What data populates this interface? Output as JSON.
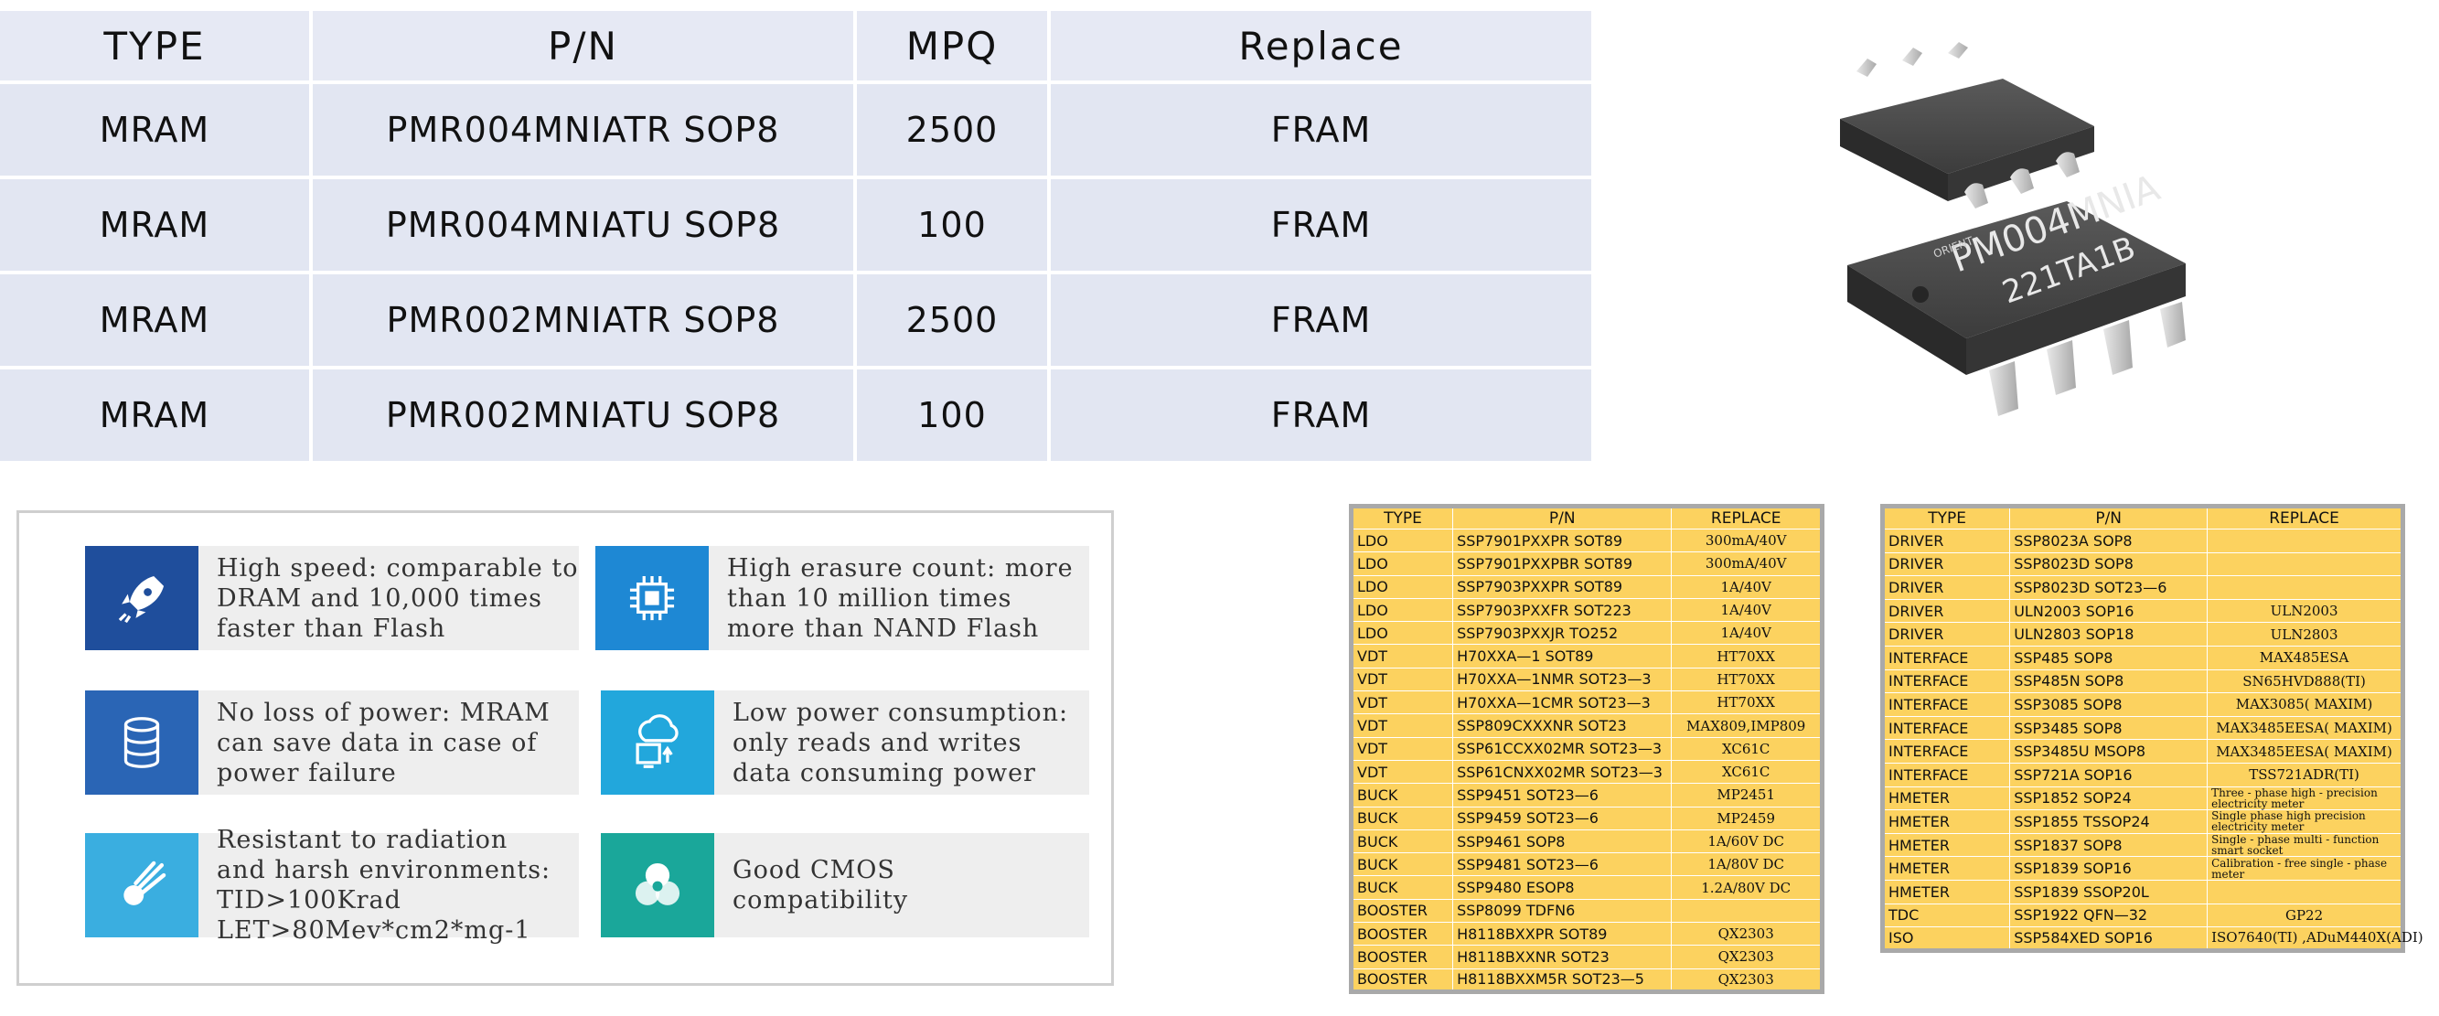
{
  "main_table": {
    "headers": [
      "TYPE",
      "P/N",
      "MPQ",
      "Replace"
    ],
    "rows": [
      [
        "MRAM",
        "PMR004MNIATR SOP8",
        "2500",
        "FRAM"
      ],
      [
        "MRAM",
        "PMR004MNIATU SOP8",
        "100",
        "FRAM"
      ],
      [
        "MRAM",
        "PMR002MNIATR SOP8",
        "2500",
        "FRAM"
      ],
      [
        "MRAM",
        "PMR002MNIATU SOP8",
        "100",
        "FRAM"
      ]
    ]
  },
  "chip": {
    "marking_line1": "PM004MNIA",
    "marking_line2": "221TA1B",
    "logo_text": "ORIENT"
  },
  "features": [
    {
      "icon": "rocket-icon",
      "color": "#1f4e9c",
      "text": "High speed: comparable to\nDRAM and 10,000 times\nfaster than Flash"
    },
    {
      "icon": "chip-icon",
      "color": "#1e88d4",
      "text": "High erasure count: more\nthan 10 million times\nmore than NAND Flash"
    },
    {
      "icon": "database-icon",
      "color": "#2a65b5",
      "text": "No loss of power: MRAM\ncan save data in case of\n power failure"
    },
    {
      "icon": "cloud-device-icon",
      "color": "#22a7dc",
      "text": "Low power consumption:\nonly reads and writes\ndata consuming power"
    },
    {
      "icon": "meteor-icon",
      "color": "#3aaee0",
      "text": "Resistant to radiation\nand harsh environments:\nTID>100Krad\nLET>80Mev*cm2*mg-1"
    },
    {
      "icon": "circles-icon",
      "color": "#1aa79a",
      "text": "Good CMOS\ncompatibility"
    }
  ],
  "left_parts": {
    "headers": [
      "TYPE",
      "P/N",
      "REPLACE"
    ],
    "rows": [
      [
        "LDO",
        "SSP7901PXXPR  SOT89",
        "300mA/40V"
      ],
      [
        "LDO",
        "SSP7901PXXPBR  SOT89",
        "300mA/40V"
      ],
      [
        "LDO",
        "SSP7903PXXPR  SOT89",
        "1A/40V"
      ],
      [
        "LDO",
        "SSP7903PXXFR  SOT223",
        "1A/40V"
      ],
      [
        "LDO",
        "SSP7903PXXJR  TO252",
        "1A/40V"
      ],
      [
        "VDT",
        "H70XXA—1  SOT89",
        "HT70XX"
      ],
      [
        "VDT",
        "H70XXA—1NMR  SOT23—3",
        "HT70XX"
      ],
      [
        "VDT",
        "H70XXA—1CMR  SOT23—3",
        "HT70XX"
      ],
      [
        "VDT",
        "SSP809CXXXNR  SOT23",
        "MAX809,IMP809"
      ],
      [
        "VDT",
        "SSP61CCXX02MR  SOT23—3",
        "XC61C"
      ],
      [
        "VDT",
        "SSP61CNXX02MR  SOT23—3",
        "XC61C"
      ],
      [
        "BUCK",
        "SSP9451  SOT23—6",
        "MP2451"
      ],
      [
        "BUCK",
        "SSP9459  SOT23—6",
        "MP2459"
      ],
      [
        "BUCK",
        "SSP9461  SOP8",
        "1A/60V DC"
      ],
      [
        "BUCK",
        "SSP9481  SOT23—6",
        "1A/80V DC"
      ],
      [
        "BUCK",
        "SSP9480  ESOP8",
        "1.2A/80V DC"
      ],
      [
        "BOOSTER",
        "SSP8099  TDFN6",
        ""
      ],
      [
        "BOOSTER",
        "H8118BXXPR  SOT89",
        "QX2303"
      ],
      [
        "BOOSTER",
        "H8118BXXNR  SOT23",
        "QX2303"
      ],
      [
        "BOOSTER",
        "H8118BXXM5R  SOT23—5",
        "QX2303"
      ]
    ]
  },
  "right_parts": {
    "headers": [
      "TYPE",
      "P/N",
      "REPLACE"
    ],
    "rows": [
      [
        "DRIVER",
        "SSP8023A  SOP8",
        ""
      ],
      [
        "DRIVER",
        "SSP8023D  SOP8",
        ""
      ],
      [
        "DRIVER",
        "SSP8023D  SOT23—6",
        ""
      ],
      [
        "DRIVER",
        "ULN2003  SOP16",
        "ULN2003"
      ],
      [
        "DRIVER",
        "ULN2803  SOP18",
        "ULN2803"
      ],
      [
        "INTERFACE",
        "SSP485  SOP8",
        "MAX485ESA"
      ],
      [
        "INTERFACE",
        "SSP485N  SOP8",
        "SN65HVD888(TI)"
      ],
      [
        "INTERFACE",
        "SSP3085  SOP8",
        "MAX3085( MAXIM)"
      ],
      [
        "INTERFACE",
        "SSP3485  SOP8",
        "MAX3485EESA( MAXIM)"
      ],
      [
        "INTERFACE",
        "SSP3485U  MSOP8",
        "MAX3485EESA( MAXIM)"
      ],
      [
        "INTERFACE",
        "SSP721A  SOP16",
        "TSS721ADR(TI)"
      ],
      [
        "HMETER",
        "SSP1852  SOP24",
        "Three - phase high - precision electricity meter"
      ],
      [
        "HMETER",
        "SSP1855  TSSOP24",
        "Single phase high precision electricity meter"
      ],
      [
        "HMETER",
        "SSP1837  SOP8",
        "Single - phase multi - function smart socket"
      ],
      [
        "HMETER",
        "SSP1839  SOP16",
        "Calibration - free single - phase meter"
      ],
      [
        "HMETER",
        "SSP1839  SSOP20L",
        ""
      ],
      [
        "TDC",
        "SSP1922  QFN—32",
        "GP22"
      ],
      [
        "ISO",
        "SSP584XED  SOP16",
        "ISO7640(TI) ,ADuM440X(ADI)"
      ]
    ]
  }
}
